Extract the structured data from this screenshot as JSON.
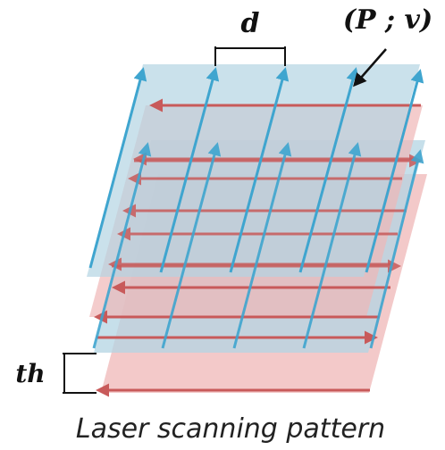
{
  "labels": {
    "hatch_distance": "d",
    "power_velocity": "(P ; v)",
    "layer_thickness": "th",
    "caption": "Laser scanning pattern"
  },
  "colors": {
    "blue_layer_fill": "#b3d4e3",
    "red_layer_fill": "#efb7b7",
    "blue_scan": "#3fa5cf",
    "red_scan": "#c85a5a",
    "annotation": "#111111"
  }
}
